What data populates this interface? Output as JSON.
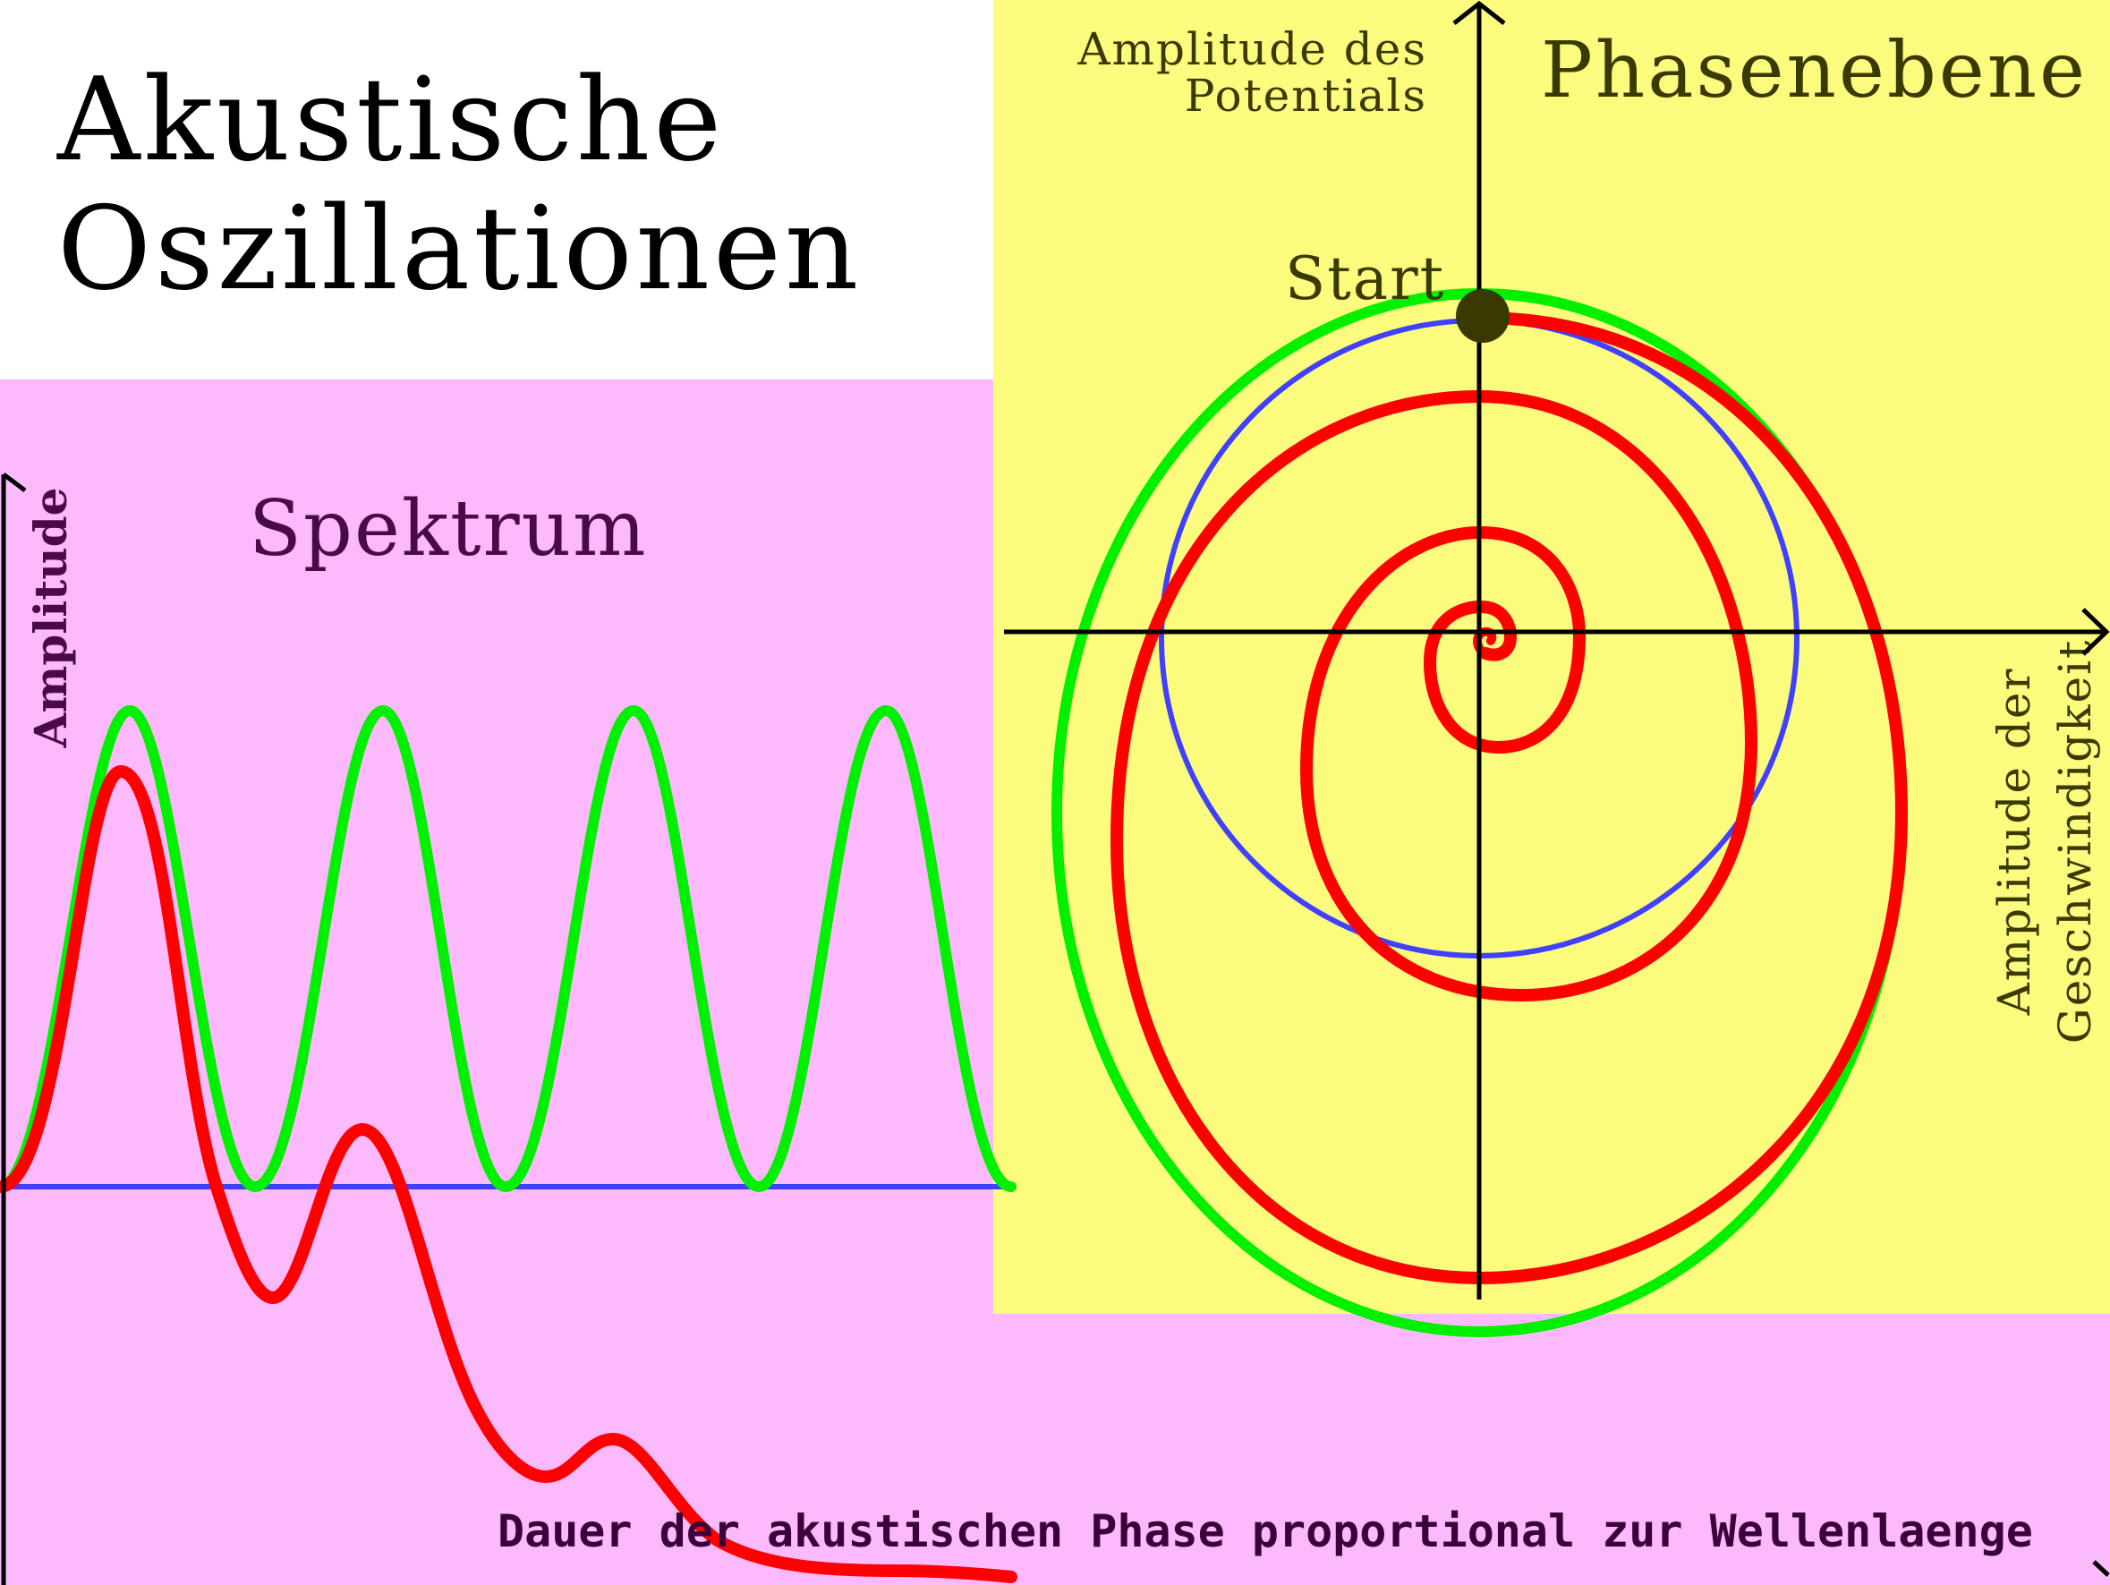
{
  "title": {
    "line1": "Akustische",
    "line2": "Oszillationen"
  },
  "phase_plane": {
    "title": "Phasenebene",
    "y_axis_label_line1": "Amplitude des",
    "y_axis_label_line2": "Potentials",
    "x_axis_label_line1": "Amplitude der",
    "x_axis_label_line2": "Geschwindigkeit",
    "start_label": "Start"
  },
  "spectrum": {
    "title": "Spektrum",
    "y_axis_label": "Amplitude",
    "x_axis_label": "Dauer der akustischen Phase proportional zur Wellenlaenge"
  },
  "colors": {
    "background": "#ffffff",
    "spectrum_panel": "#fcb9fc",
    "phase_panel": "#fbfb7d",
    "green_curve": "#00f000",
    "red_curve": "#ff0000",
    "blue_curve": "#4040ff",
    "start_dot": "#3a3a00"
  }
}
